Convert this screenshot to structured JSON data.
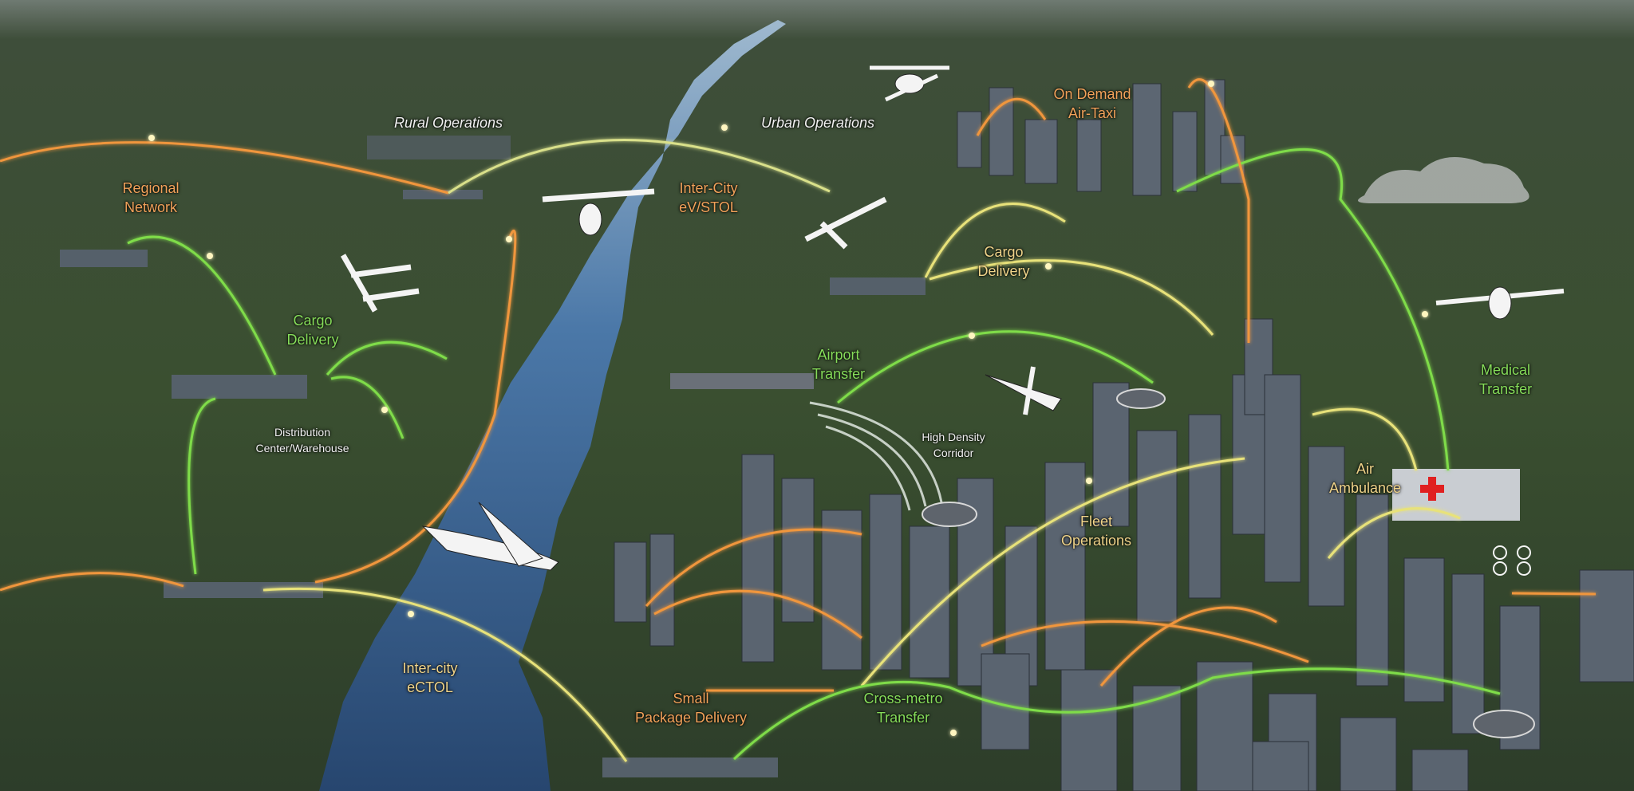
{
  "colors": {
    "orange": "#f0963c",
    "green": "#7fdc4a",
    "yellow": "#e8e27a",
    "river": "#3f6a9c",
    "ground": "#3b4f33"
  },
  "labels": {
    "rural_operations": "Rural Operations",
    "urban_operations": "Urban Operations",
    "on_demand_air_taxi": [
      "On Demand",
      "Air-Taxi"
    ],
    "regional_network": [
      "Regional",
      "Network"
    ],
    "inter_city_evstol": [
      "Inter-City",
      "eV/STOL"
    ],
    "cargo_delivery_right": [
      "Cargo",
      "Delivery"
    ],
    "cargo_delivery_left": [
      "Cargo",
      "Delivery"
    ],
    "airport_transfer": [
      "Airport",
      "Transfer"
    ],
    "medical_transfer": [
      "Medical",
      "Transfer"
    ],
    "distribution_center": [
      "Distribution",
      "Center/Warehouse"
    ],
    "high_density_corridor": [
      "High Density",
      "Corridor"
    ],
    "air_ambulance": [
      "Air",
      "Ambulance"
    ],
    "fleet_operations": [
      "Fleet",
      "Operations"
    ],
    "inter_city_ectol": [
      "Inter-city",
      "eCTOL"
    ],
    "small_package_delivery": [
      "Small",
      "Package Delivery"
    ],
    "cross_metro_transfer": [
      "Cross-metro",
      "Transfer"
    ]
  }
}
